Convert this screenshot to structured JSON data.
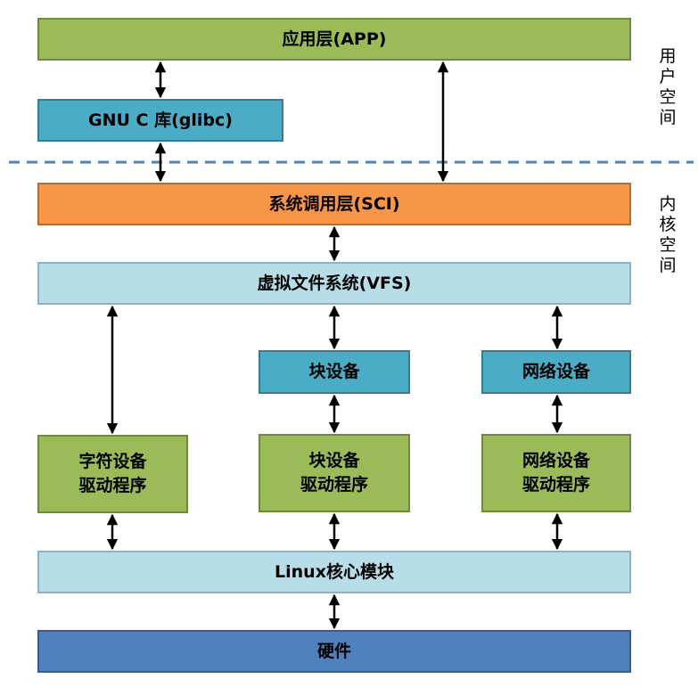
{
  "layers": {
    "app": "应用层(APP)",
    "glibc": "GNU C 库(glibc)",
    "sci": "系统调用层(SCI)",
    "vfs": "虚拟文件系统(VFS)",
    "block_device": "块设备",
    "network_device": "网络设备",
    "char_driver": [
      "字符设备",
      "驱动程序"
    ],
    "block_driver": [
      "块设备",
      "驱动程序"
    ],
    "network_driver": [
      "网络设备",
      "驱动程序"
    ],
    "kernel_module": "Linux核心模块",
    "hardware": "硬件"
  },
  "spaces": {
    "user": [
      "用",
      "户",
      "空",
      "间"
    ],
    "kernel": [
      "内",
      "核",
      "空",
      "间"
    ]
  },
  "colors": {
    "app": "#9bbb59",
    "glibc": "#4bacc6",
    "sci": "#f79646",
    "vfs": "#b7dee8",
    "hardware": "#4f81bd",
    "divider": "#4f81bd"
  }
}
